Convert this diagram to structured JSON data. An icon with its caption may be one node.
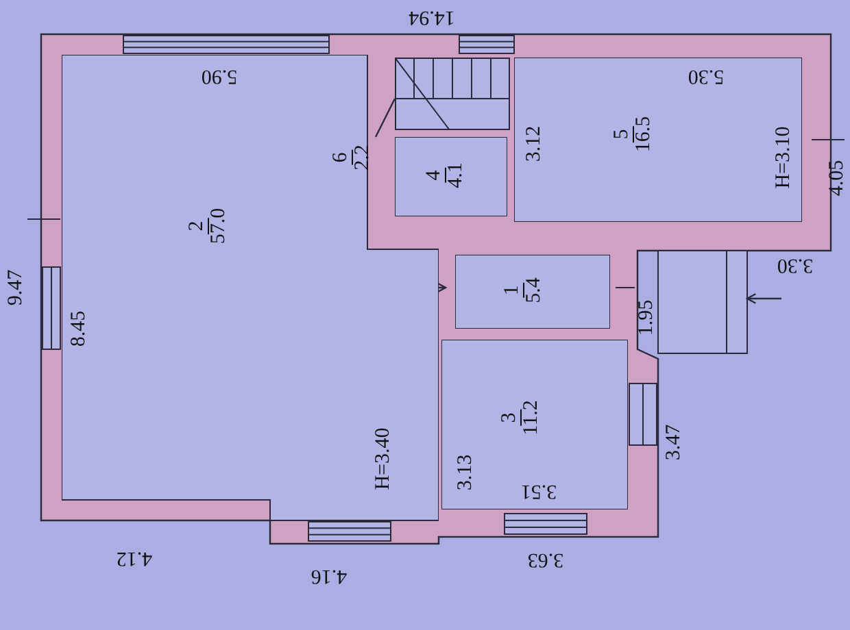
{
  "diagram": {
    "nodes": [
      {
        "text": [
          "2",
          "57.0"
        ]
      },
      {
        "text": [
          "6",
          "2.2"
        ],
        "in": 0
      },
      {
        "text": [],
        "shape": "box"
      },
      {
        "text": [
          "4",
          "4.1"
        ]
      },
      {
        "text": [
          "5",
          "16.5"
        ]
      },
      {
        "text": [
          "1",
          "5.4"
        ]
      },
      {
        "text": [
          "3",
          "11.2"
        ]
      }
    ],
    "edges": [
      {
        "from": 1,
        "to": 2,
        "arrow": "none"
      }
    ],
    "labels": [
      "14.94",
      "5.90",
      "5.30",
      "3.12",
      "H=3.10",
      "4.05",
      "3.30",
      "1.95",
      "9.47",
      "8.45",
      "H=3.40",
      "3.13",
      "3.51",
      "3.47",
      "4.12",
      "4.16",
      "3.63"
    ]
  }
}
